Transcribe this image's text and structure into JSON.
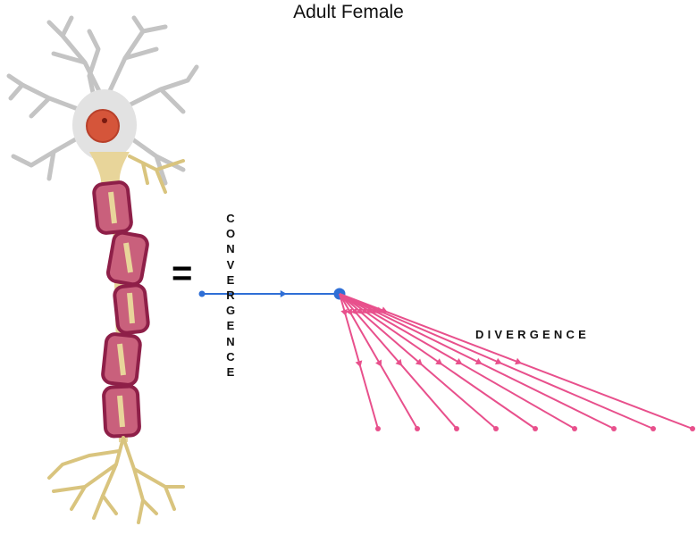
{
  "title": "Adult Female",
  "equals_sign": "=",
  "convergence_label": "CONVERGENCE",
  "divergence_label": "DIVERGENCE",
  "divergence_branch_count": 9,
  "colors": {
    "convergence": "#2f6fd6",
    "divergence": "#e8508c",
    "myelin": "#8e1f48",
    "axon": "#e6d49a",
    "dendrite": "#c9c9c9",
    "nucleus": "#d5553a"
  }
}
